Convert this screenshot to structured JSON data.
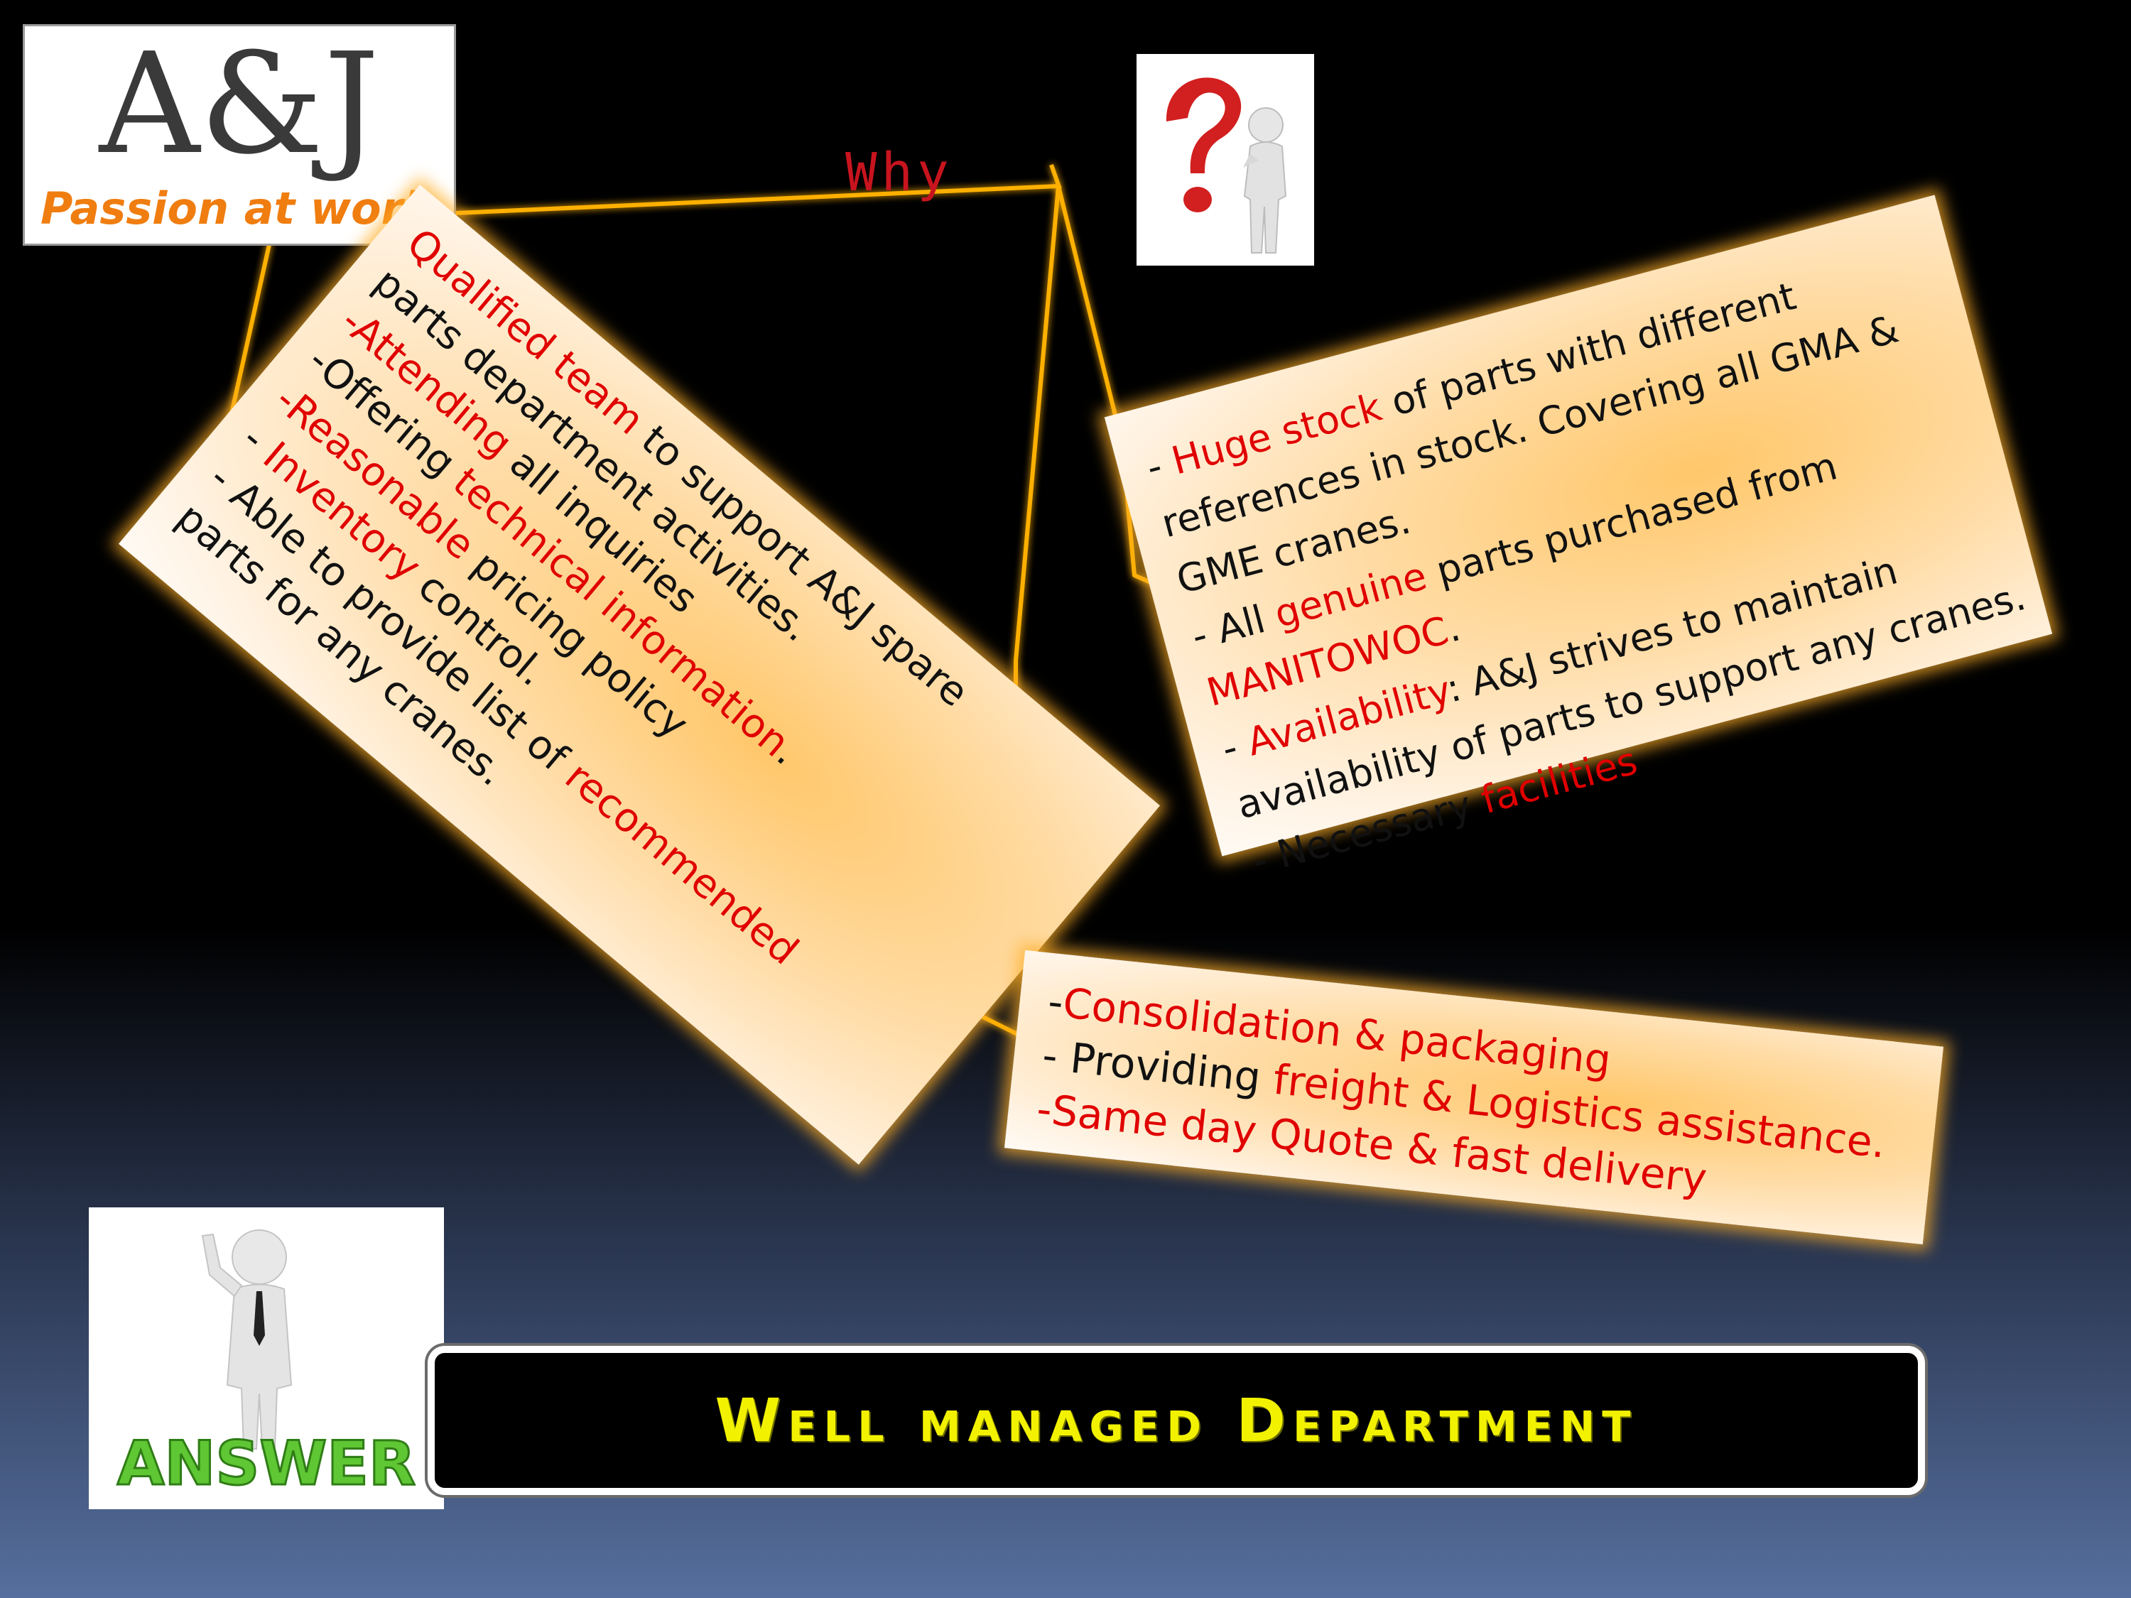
{
  "logo": {
    "title": "A&J",
    "tagline": "Passion at work"
  },
  "why_label": "Why",
  "icons": {
    "question": "question-mark-figure-icon",
    "answer": "answer-figure-icon"
  },
  "answer_figure_word": "ANSWER",
  "colors": {
    "accent_red": "#e00000",
    "line_gold": "#ffb000",
    "banner_text": "#f2f200",
    "logo_tagline": "#f07d10"
  },
  "card_left": {
    "line1": {
      "a": "Qualified team",
      "b": " to support A&J spare"
    },
    "line2": "parts department activities.",
    "line3": {
      "a": "-Attending",
      "b": " all inquiries"
    },
    "line4": {
      "a": "-Offering ",
      "b": "technical information",
      "c": "."
    },
    "line5": {
      "a": "-Reasonable",
      "b": " pricing policy"
    },
    "line6": {
      "a": "- ",
      "b": "Inventory",
      "c": " control."
    },
    "line7": {
      "a": "- Able to provide list of ",
      "b": "recommended"
    },
    "line8": "parts for any cranes."
  },
  "card_right": {
    "line1": {
      "a": "- ",
      "b": "Huge stock",
      "c": " of parts with different"
    },
    "line2": "references in stock. Covering all GMA &",
    "line3": "GME cranes.",
    "line4": {
      "a": "- All ",
      "b": "genuine",
      "c": " parts purchased from"
    },
    "line5": {
      "a": "MANITOWOC",
      "b": "."
    },
    "line6": {
      "a": "- ",
      "b": "Availability",
      "c": ": A&J strives to maintain"
    },
    "line7": "availability of parts to support any cranes.",
    "line8": {
      "a": "- Necessary ",
      "b": "facilities"
    }
  },
  "card_bottom": {
    "line1": {
      "a": "-",
      "b": "Consolidation & packaging"
    },
    "line2": {
      "a": "- Providing ",
      "b": "freight & Logistics assistance."
    },
    "line3": "-Same day Quote & fast delivery"
  },
  "answer_banner": "Well managed Department"
}
